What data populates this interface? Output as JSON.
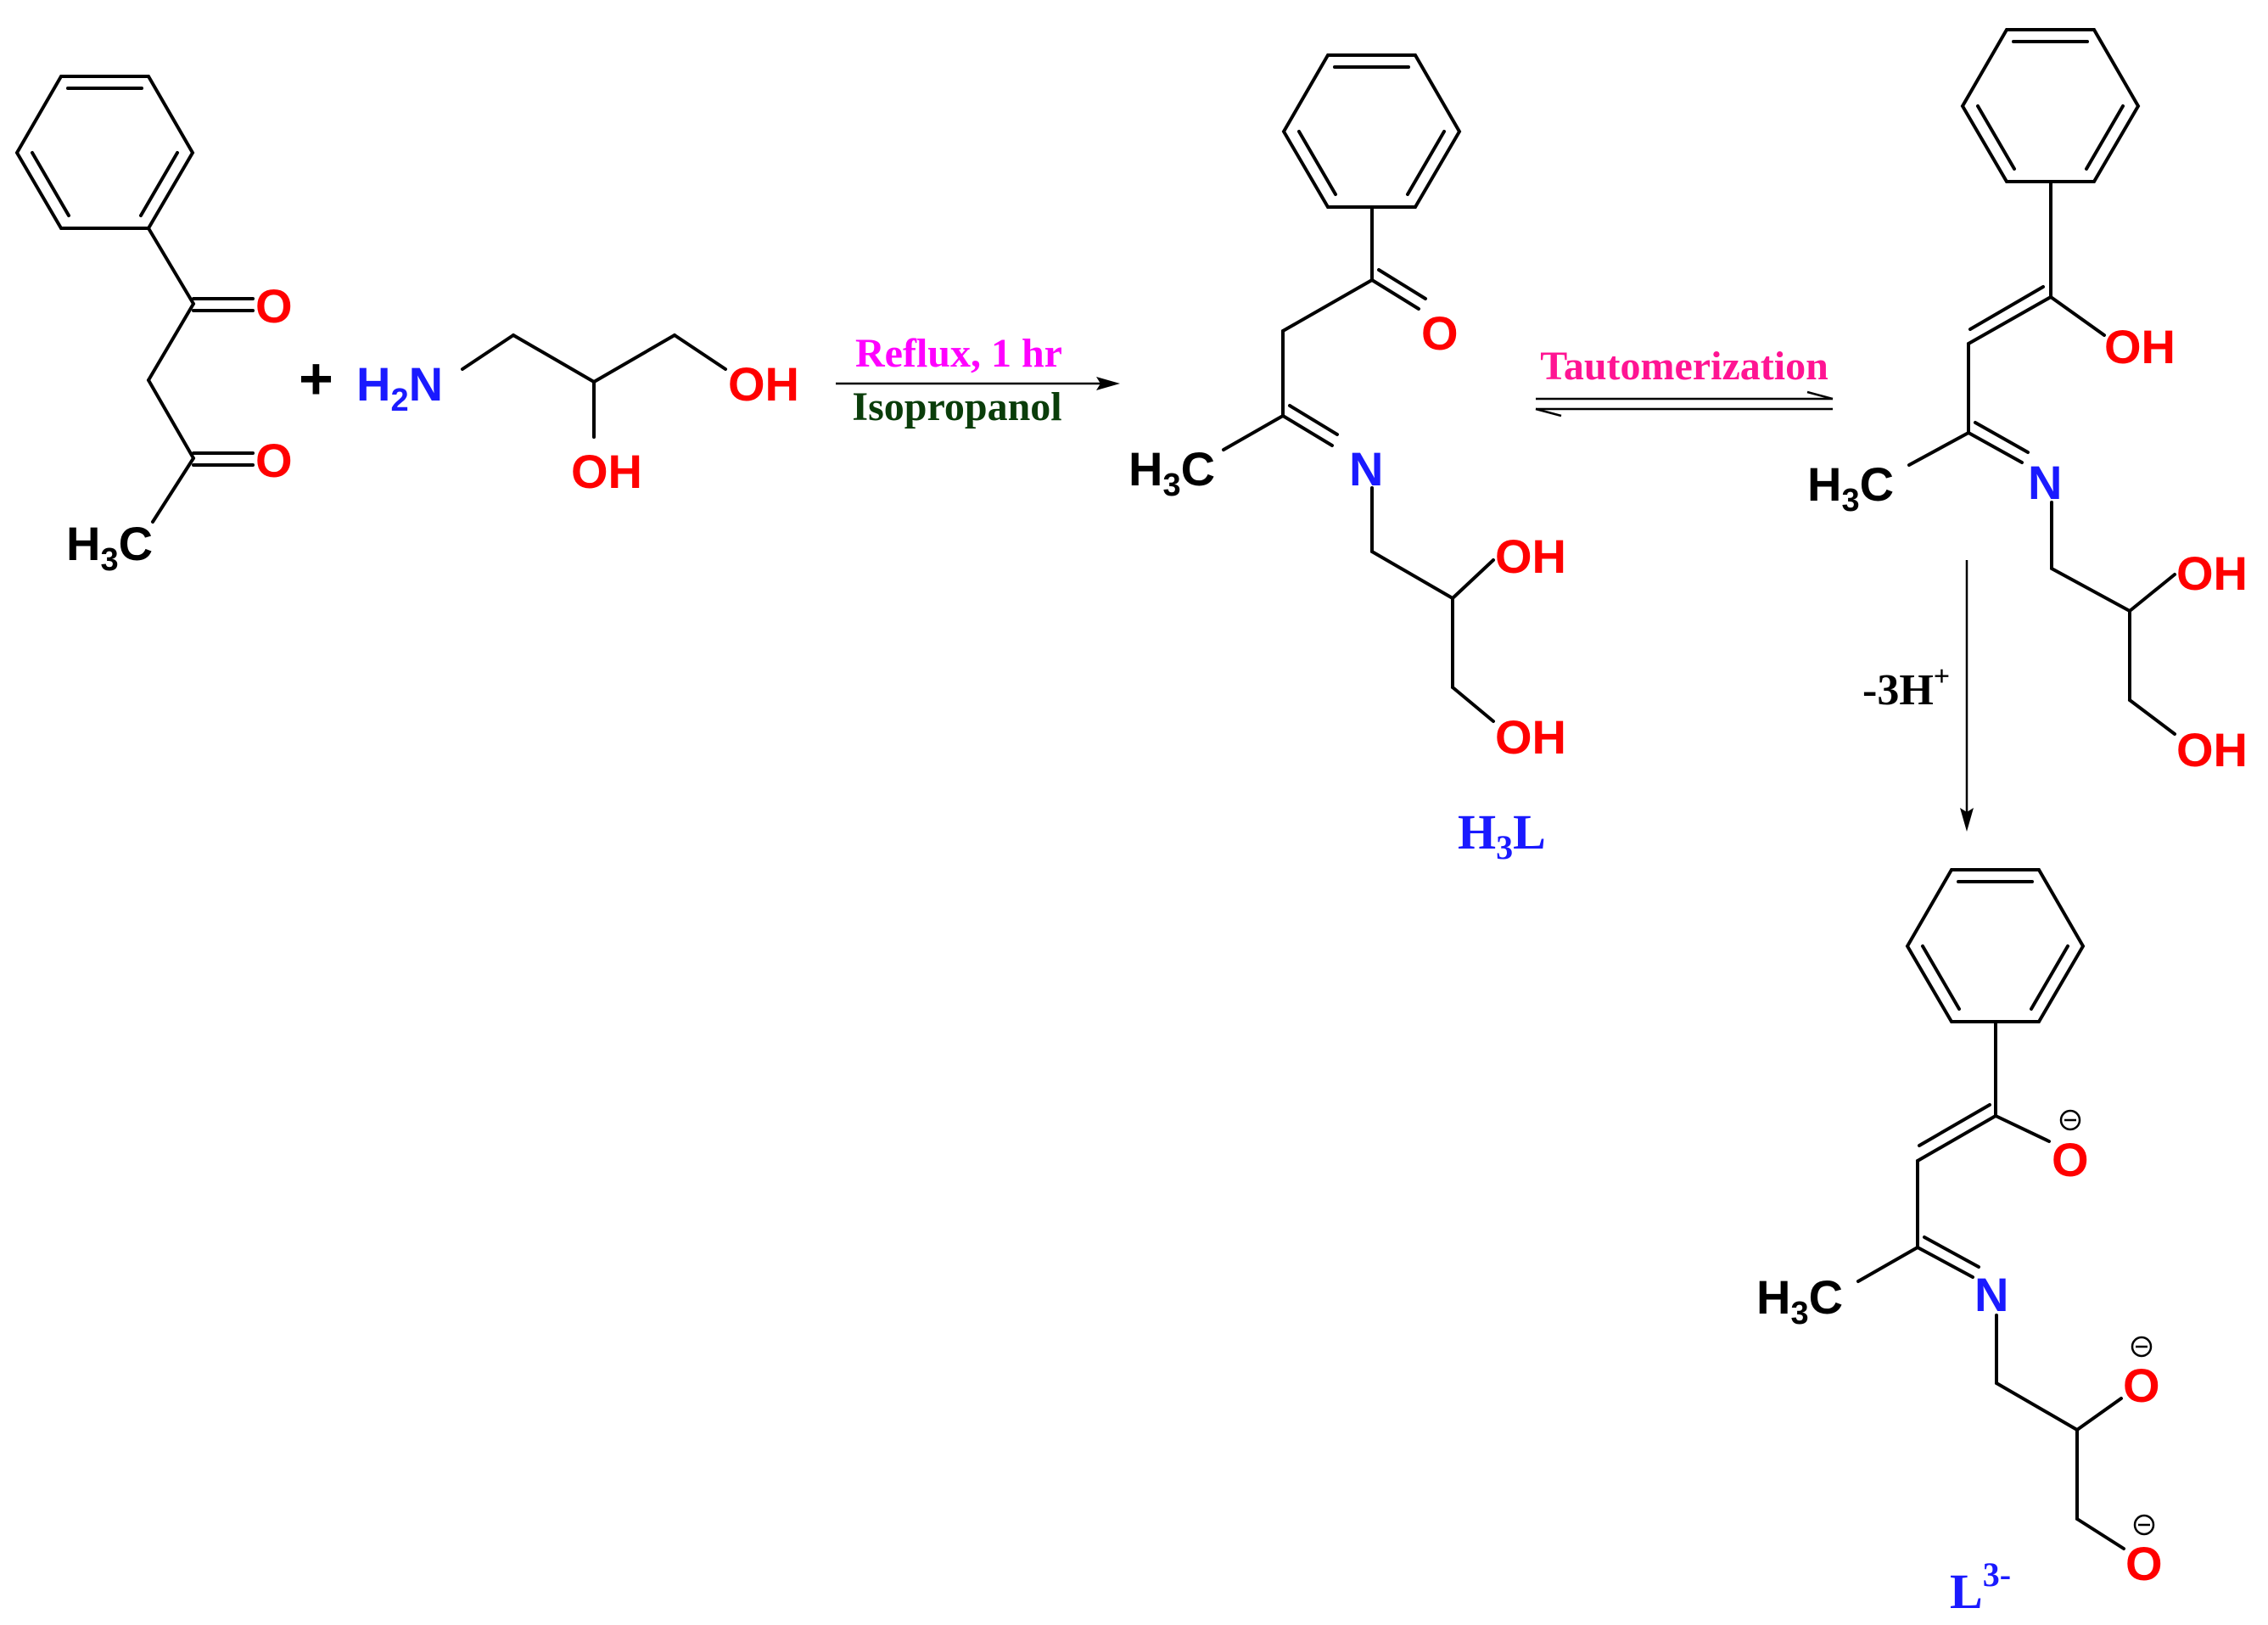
{
  "colors": {
    "oxygen": "#ff0000",
    "nitrogen": "#1a1aff",
    "carbon": "#000000",
    "reflux_condition": "#ff00ff",
    "solvent_condition": "#0a3d0a",
    "tautomerization": "#ff1493",
    "compound_label": "#1a1aff"
  },
  "atoms": {
    "O": "O",
    "N": "N",
    "OH": "OH",
    "H": "H",
    "C": "C",
    "sub_2": "2",
    "sub_3": "3"
  },
  "operators": {
    "plus": "+"
  },
  "reaction": {
    "condition_top": "Reflux, 1 hr",
    "condition_bottom": "Isopropanol",
    "equilibrium_label": "Tautomerization",
    "deprotonation_label": "-3H",
    "deprotonation_charge": "+"
  },
  "labels": {
    "ligand_main": "H",
    "ligand_sub": "3",
    "ligand_tail": "L",
    "anion_main": "L",
    "anion_sup": "3-"
  }
}
